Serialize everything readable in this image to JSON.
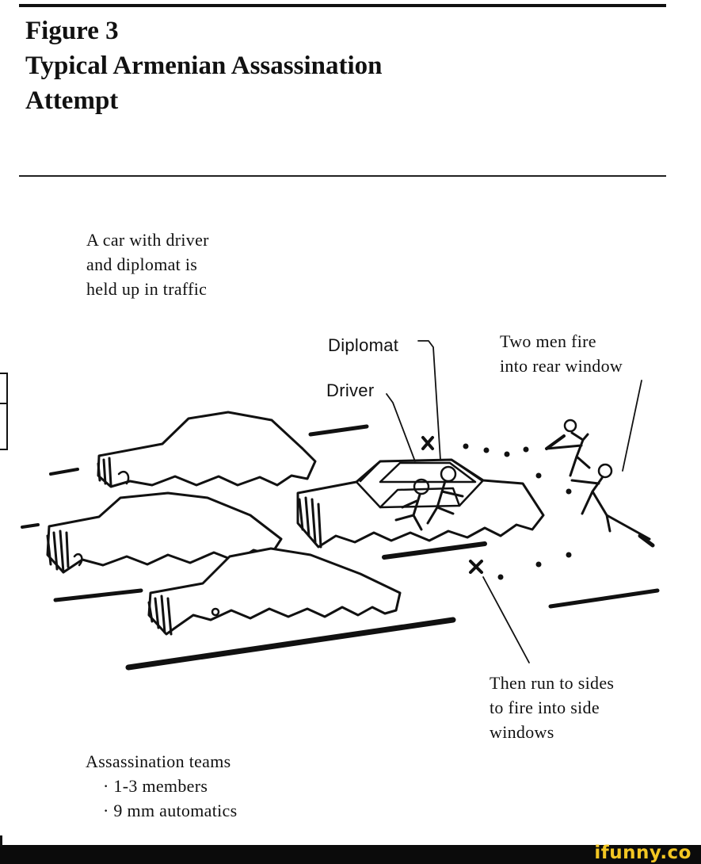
{
  "figure": {
    "title_lines": [
      "Figure 3",
      "Typical Armenian Assassination",
      "Attempt"
    ]
  },
  "labels": {
    "car_caption": [
      "A car with driver",
      "and diplomat is",
      "held up in traffic"
    ],
    "diplomat": "Diplomat",
    "driver": "Driver",
    "two_men": [
      "Two men fire",
      "into rear window"
    ],
    "then_run": [
      "Then run to sides",
      "to fire into side",
      "windows"
    ],
    "teams": [
      "Assassination teams",
      "· 1-3 members",
      "· 9 mm automatics"
    ]
  },
  "watermark": {
    "text": "ifunny.co",
    "color": "#f3c623"
  }
}
